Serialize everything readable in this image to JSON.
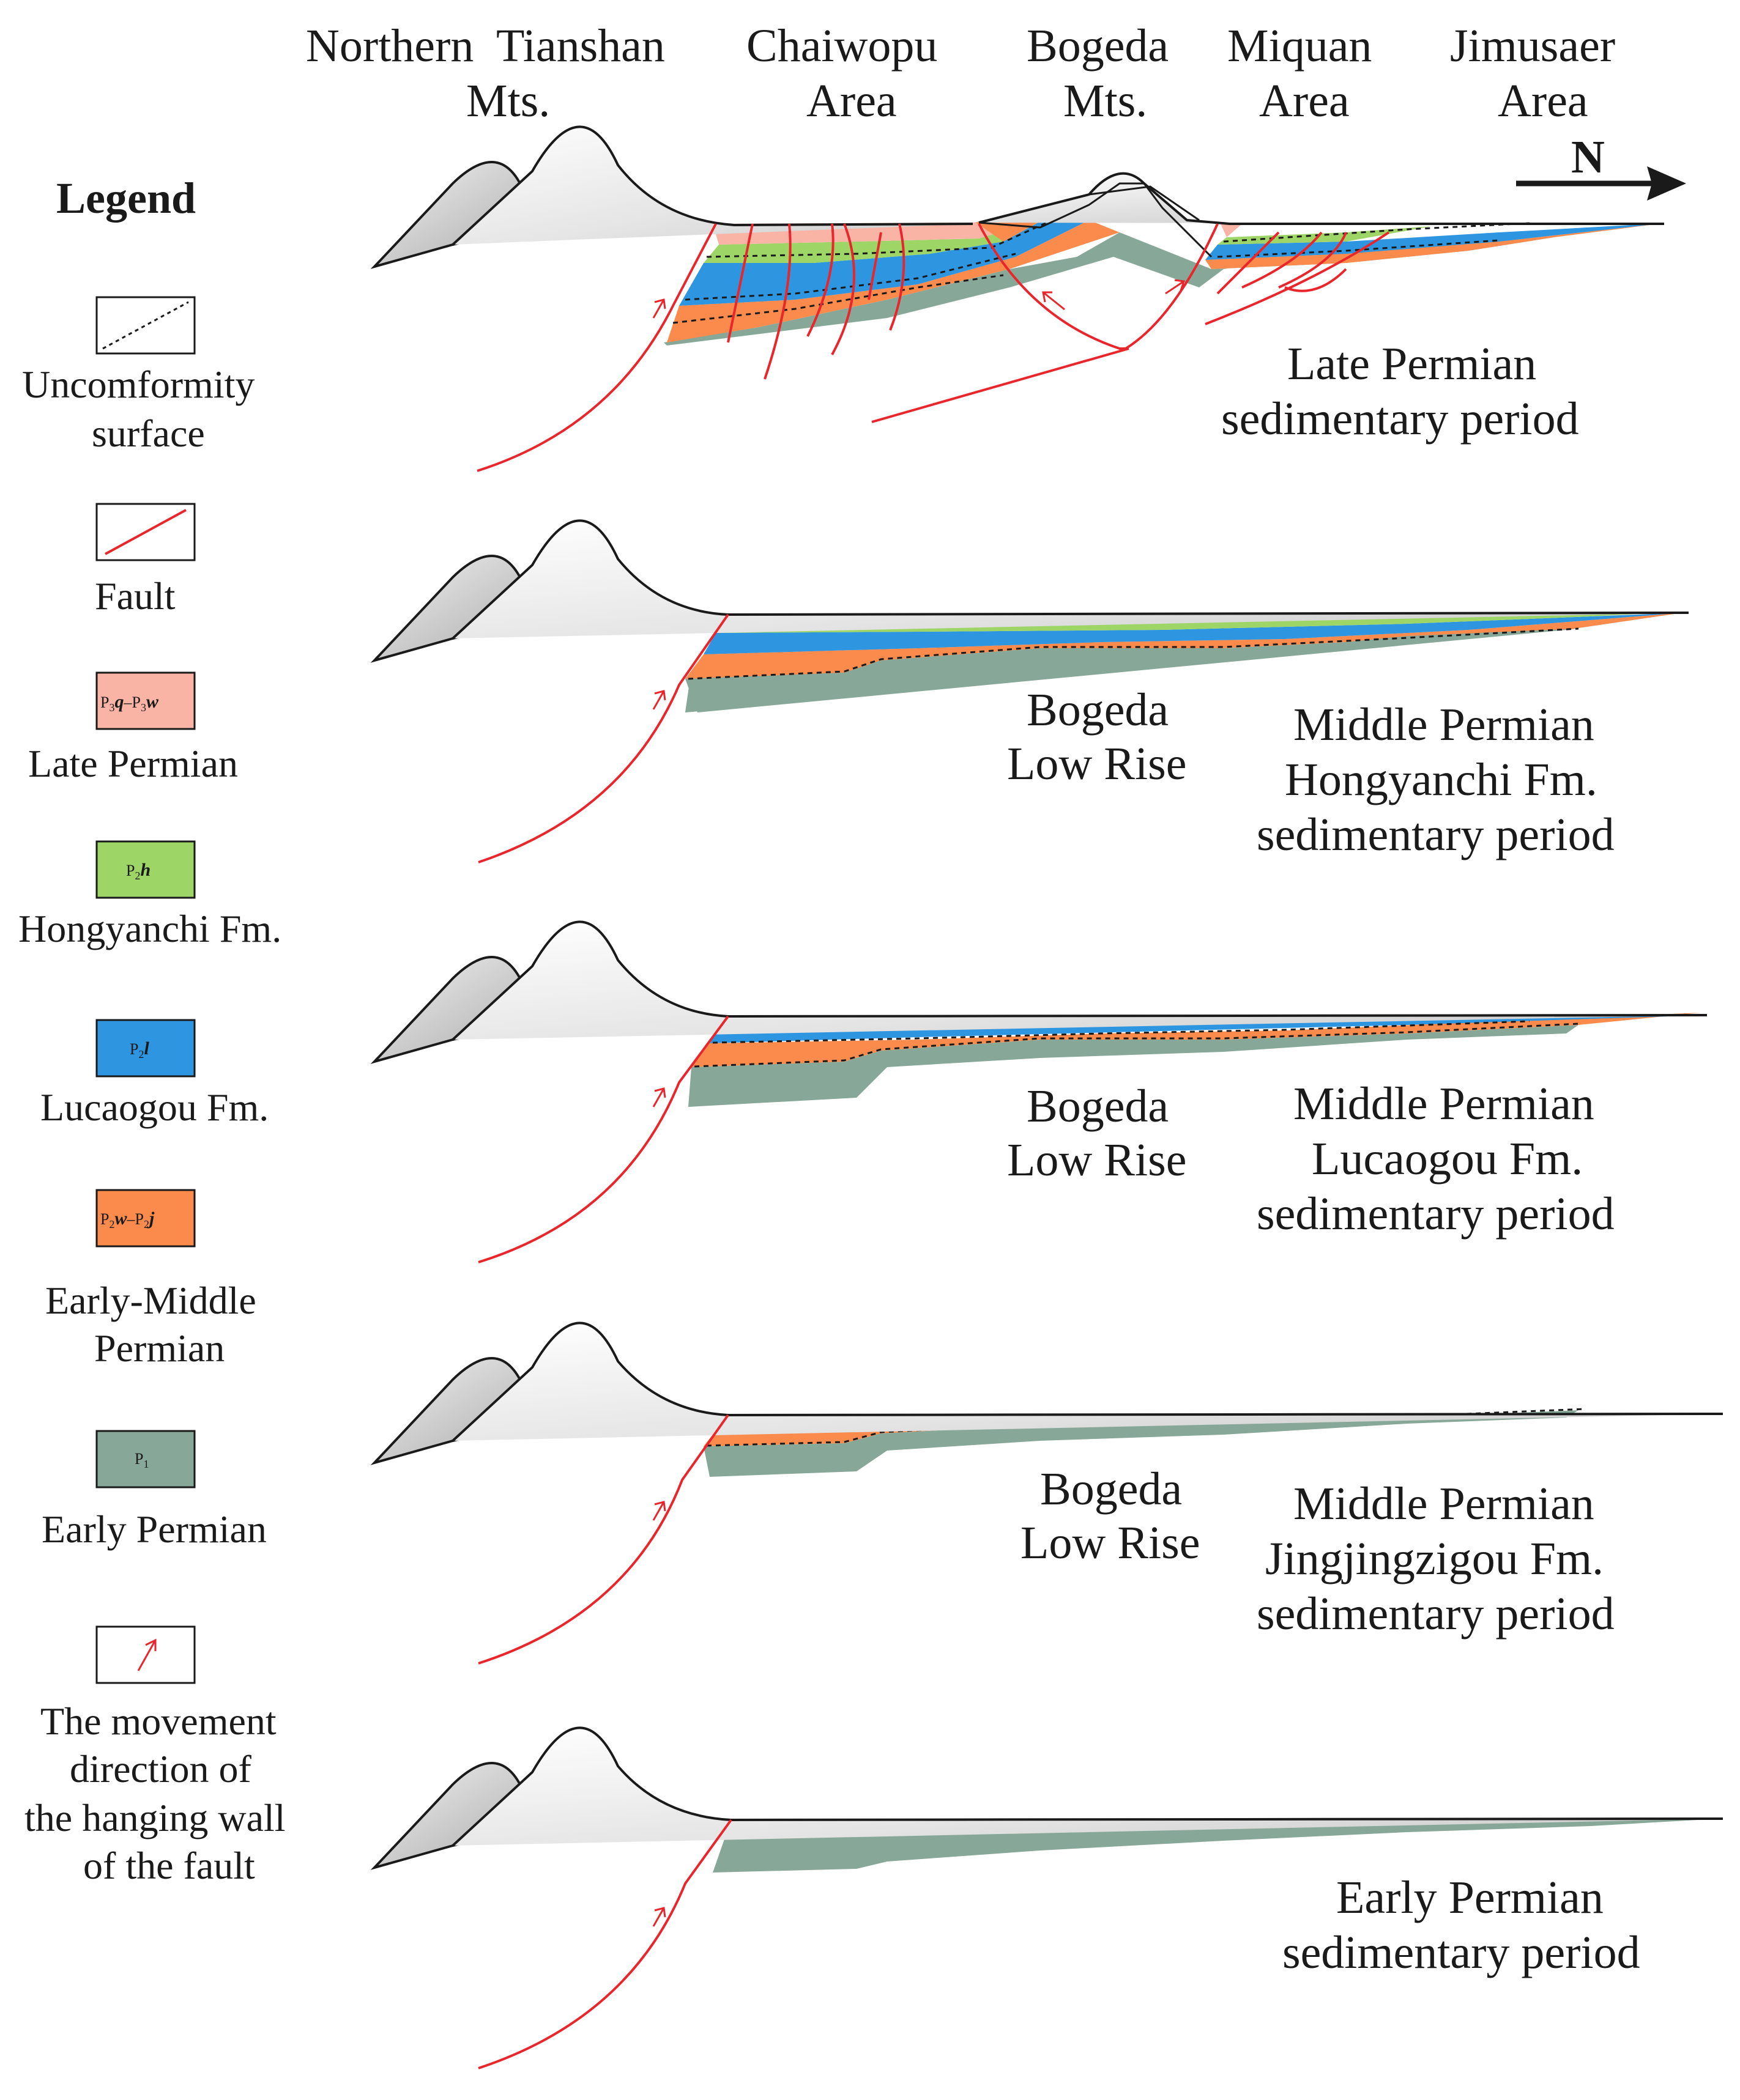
{
  "top_labels": {
    "northern_tianshan": [
      "Northern  Tianshan",
      "Mts."
    ],
    "chaiwopu": [
      "Chaiwopu",
      "Area"
    ],
    "bogeda": [
      "Bogeda",
      "Mts."
    ],
    "miquan": [
      "Miquan",
      "Area"
    ],
    "jimusaer": [
      "Jimusaer",
      "Area"
    ],
    "north_arrow": "N"
  },
  "legend": {
    "title": "Legend",
    "items": [
      {
        "id": "unconformity",
        "label_lines": [
          "Uncomformity",
          "surface"
        ]
      },
      {
        "id": "fault",
        "label_lines": [
          "Fault"
        ]
      },
      {
        "id": "late_permian",
        "code": "P3q–P3w",
        "label_lines": [
          "Late Permian"
        ],
        "color": "#f9b4a6"
      },
      {
        "id": "hongyanchi",
        "code": "P2h",
        "label_lines": [
          "Hongyanchi Fm."
        ],
        "color": "#9ed567"
      },
      {
        "id": "lucaogou",
        "code": "P2l",
        "label_lines": [
          "Lucaogou Fm."
        ],
        "color": "#2e95e0"
      },
      {
        "id": "early_middle",
        "code": "P2w–P2j",
        "label_lines": [
          "Early-Middle",
          "Permian"
        ],
        "color": "#fa8b4c"
      },
      {
        "id": "early_permian",
        "code": "P1",
        "label_lines": [
          "Early Permian"
        ],
        "color": "#87a898"
      },
      {
        "id": "movement",
        "label_lines": [
          "The movement",
          "direction of",
          "the hanging wall",
          "of the fault"
        ]
      }
    ]
  },
  "panels": [
    {
      "id": "late_permian_period",
      "rise_label": [],
      "period_label": [
        "Late Permian",
        "sedimentary period"
      ]
    },
    {
      "id": "hongyanchi_period",
      "rise_label": [
        "Bogeda",
        "Low Rise"
      ],
      "period_label": [
        "Middle Permian",
        "Hongyanchi Fm.",
        "sedimentary period"
      ]
    },
    {
      "id": "lucaogou_period",
      "rise_label": [
        "Bogeda",
        "Low Rise"
      ],
      "period_label": [
        "Middle Permian",
        "Lucaogou Fm.",
        "sedimentary period"
      ]
    },
    {
      "id": "jingjingzigou_period",
      "rise_label": [
        "Bogeda",
        "Low Rise"
      ],
      "period_label": [
        "Middle Permian",
        "Jingjingzigou Fm.",
        "sedimentary period"
      ]
    },
    {
      "id": "early_permian_period",
      "rise_label": [],
      "period_label": [
        "Early Permian",
        "sedimentary period"
      ]
    }
  ],
  "colors": {
    "fault": "#e8262b",
    "outline": "#1a1a1a",
    "mountain": "#e6e6e6"
  }
}
